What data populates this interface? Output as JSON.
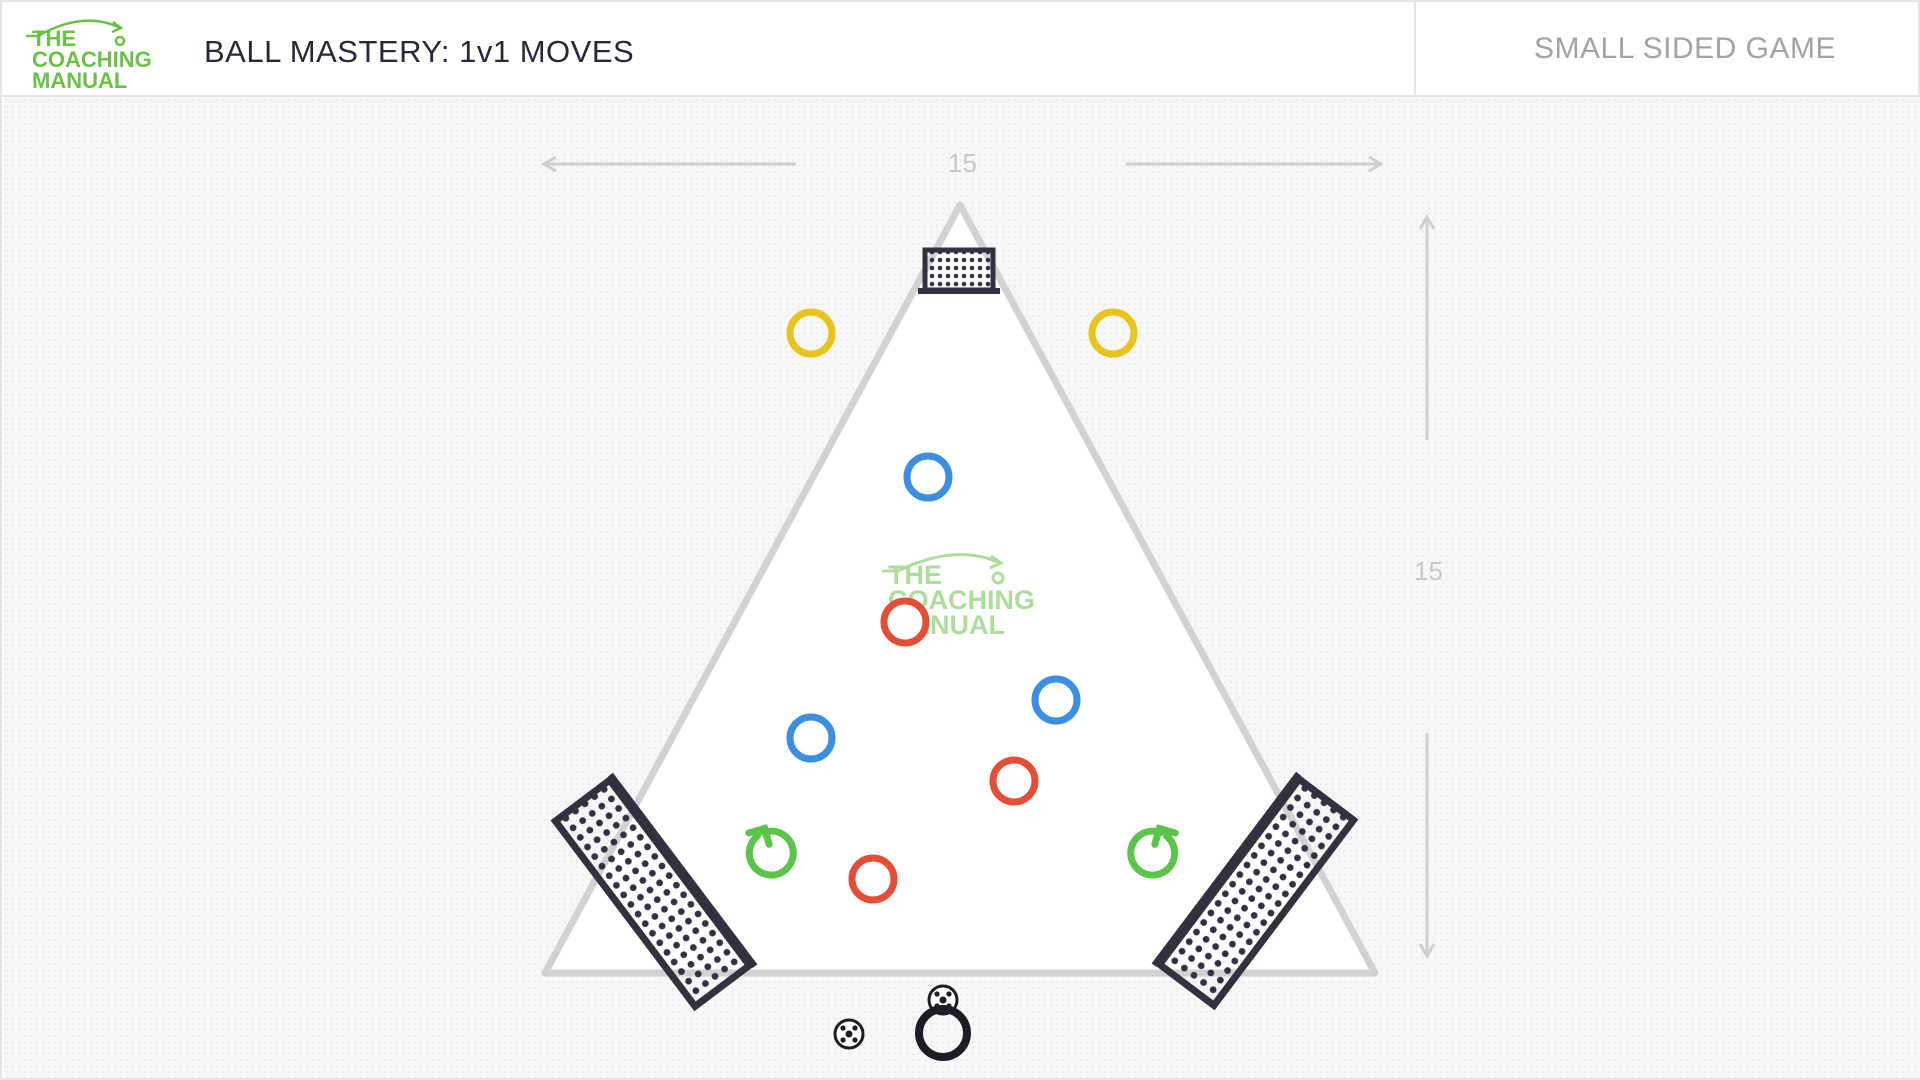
{
  "header": {
    "logo": {
      "line1": "THE",
      "line2": "COACHING",
      "line3": "MANUAL"
    },
    "title": "BALL MASTERY: 1v1 MOVES",
    "category": "SMALL SIDED GAME"
  },
  "dimensions": {
    "width_label": "15",
    "height_label": "15"
  },
  "colors": {
    "brand_green": "#6cc04a",
    "player_yellow": "#e8c31c",
    "player_blue": "#3b8ee0",
    "player_red": "#e54e36",
    "rotation_green": "#5cc44a",
    "goal_dark": "#34313f",
    "field_line": "#d2d2d4"
  },
  "icons": {
    "rotation": "rotate-arrow-icon",
    "ball": "soccer-ball-icon",
    "coach": "coach-ring-icon",
    "goal": "goal-net-icon"
  },
  "players": {
    "yellow_count": 2,
    "blue_count": 3,
    "red_count": 3
  }
}
